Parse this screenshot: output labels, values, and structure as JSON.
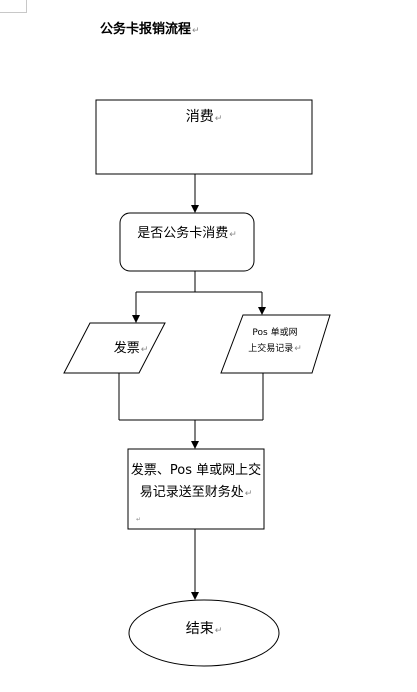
{
  "document": {
    "title": "公务卡报销流程",
    "paragraph_mark": "↵"
  },
  "flowchart": {
    "nodes": {
      "consume": {
        "label": "消费"
      },
      "check_card": {
        "label": "是否公务卡消费"
      },
      "invoice": {
        "label": "发票"
      },
      "pos_record": {
        "line1": "Pos 单或网",
        "line2": "上交易记录"
      },
      "submit": {
        "line1": "发票、Pos 单或网上交",
        "line2": "易记录送至财务处"
      },
      "end": {
        "label": "结束"
      }
    },
    "edges": [
      {
        "from": "consume",
        "to": "check_card"
      },
      {
        "from": "check_card",
        "to": "invoice"
      },
      {
        "from": "check_card",
        "to": "pos_record"
      },
      {
        "from": "invoice",
        "to": "submit"
      },
      {
        "from": "pos_record",
        "to": "submit"
      },
      {
        "from": "submit",
        "to": "end"
      }
    ]
  }
}
